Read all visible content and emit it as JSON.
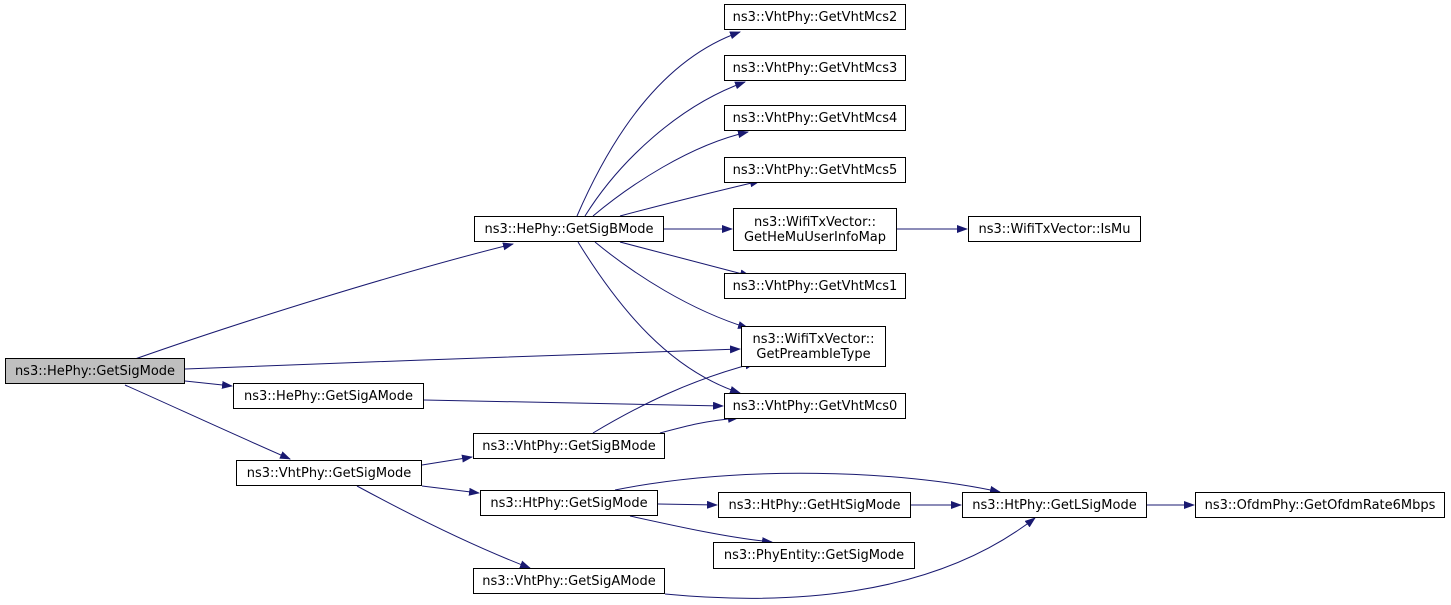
{
  "colors": {
    "edge": "#191970",
    "node_border": "#000000",
    "root_fill": "#bfbfbf",
    "node_fill": "#ffffff"
  },
  "nodes": {
    "root": "ns3::HePhy::GetSigMode",
    "he_getsigbmode": "ns3::HePhy::GetSigBMode",
    "he_getsigamode": "ns3::HePhy::GetSigAMode",
    "vht_getsigmode": "ns3::VhtPhy::GetSigMode",
    "vht_getsigbmode": "ns3::VhtPhy::GetSigBMode",
    "ht_getsigmode": "ns3::HtPhy::GetSigMode",
    "vht_getsigamode": "ns3::VhtPhy::GetSigAMode",
    "vht_mcs2": "ns3::VhtPhy::GetVhtMcs2",
    "vht_mcs3": "ns3::VhtPhy::GetVhtMcs3",
    "vht_mcs4": "ns3::VhtPhy::GetVhtMcs4",
    "vht_mcs5": "ns3::VhtPhy::GetVhtMcs5",
    "txv_hemu": [
      "ns3::WifiTxVector::",
      "GetHeMuUserInfoMap"
    ],
    "txv_ismu": "ns3::WifiTxVector::IsMu",
    "vht_mcs1": "ns3::VhtPhy::GetVhtMcs1",
    "txv_preamble": [
      "ns3::WifiTxVector::",
      "GetPreambleType"
    ],
    "vht_mcs0": "ns3::VhtPhy::GetVhtMcs0",
    "ht_gethtsigmode": "ns3::HtPhy::GetHtSigMode",
    "ht_getlsigmode": "ns3::HtPhy::GetLSigMode",
    "ofdm_rate6": "ns3::OfdmPhy::GetOfdmRate6Mbps",
    "pe_getsigmode": "ns3::PhyEntity::GetSigMode"
  }
}
